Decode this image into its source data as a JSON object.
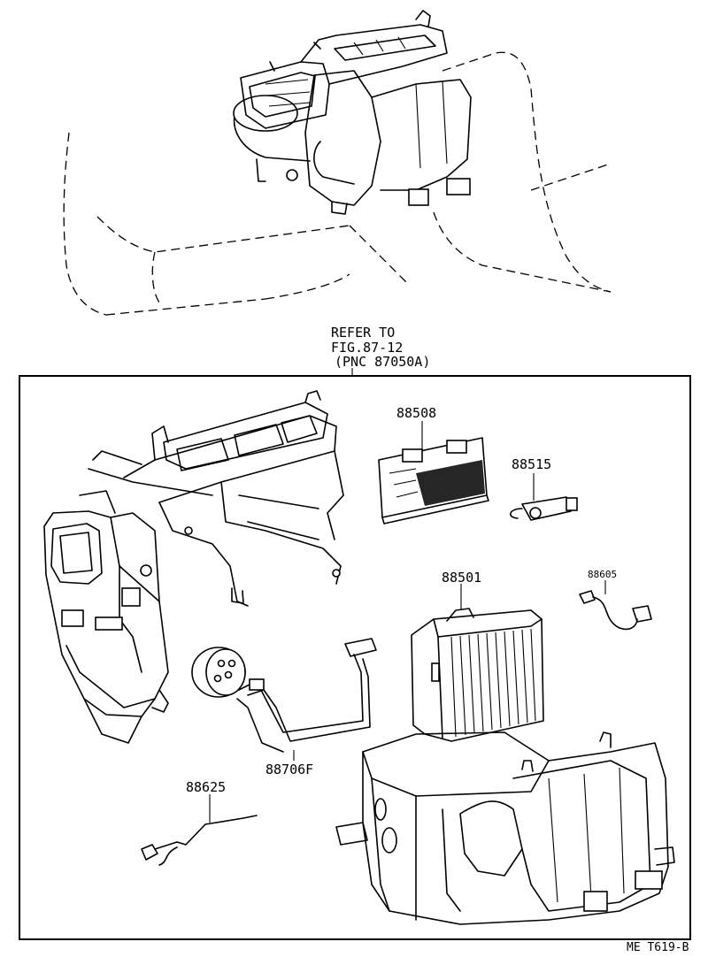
{
  "reference": {
    "line1": "REFER TO",
    "line2": "FIG.87-12",
    "line3": "(PNC 87050A)"
  },
  "part_labels": {
    "p88508": "88508",
    "p88515": "88515",
    "p88501": "88501",
    "p88605": "88605",
    "p88706f": "88706F",
    "p88625": "88625"
  },
  "figure_id": "ME T619-B"
}
